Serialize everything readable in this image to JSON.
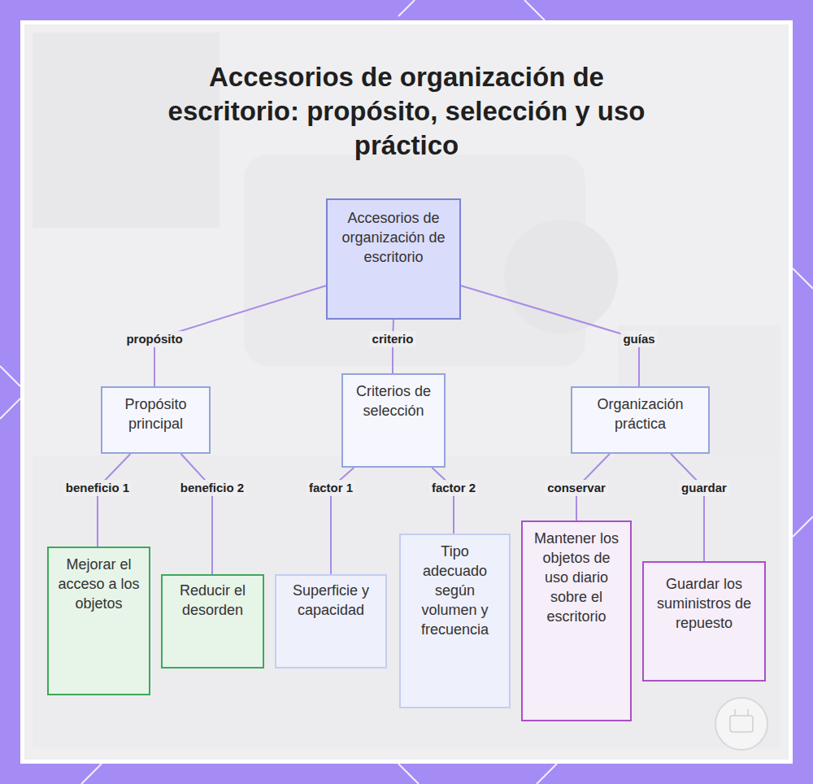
{
  "diagram": {
    "title": "Accesorios de organización de escritorio: propósito, selección y uso práctico",
    "nodes": [
      {
        "text": [
          "Accesorios de organización de escritorio"
        ]
      },
      {
        "text": [
          "Propósito principal"
        ]
      },
      {
        "text": [
          "Criterios de selección"
        ]
      },
      {
        "text": [
          "Organización práctica"
        ]
      },
      {
        "text": [
          "Mejorar el acceso a los objetos"
        ]
      },
      {
        "text": [
          "Reducir el desorden"
        ]
      },
      {
        "text": [
          "Superficie y capacidad"
        ]
      },
      {
        "text": [
          "Tipo adecuado según volumen y frecuencia"
        ]
      },
      {
        "text": [
          "Mantener los objetos de uso diario sobre el escritorio"
        ]
      },
      {
        "text": [
          "Guardar los suministros de repuesto"
        ]
      }
    ],
    "edges": [
      {
        "from": 0,
        "to": 1,
        "label": "propósito",
        "arrow": "none"
      },
      {
        "from": 0,
        "to": 2,
        "label": "criterio",
        "arrow": "none"
      },
      {
        "from": 0,
        "to": 3,
        "label": "guías",
        "arrow": "none"
      },
      {
        "from": 1,
        "to": 4,
        "label": "beneficio 1",
        "arrow": "none"
      },
      {
        "from": 1,
        "to": 5,
        "label": "beneficio 2",
        "arrow": "none"
      },
      {
        "from": 2,
        "to": 6,
        "label": "factor 1",
        "arrow": "none"
      },
      {
        "from": 2,
        "to": 7,
        "label": "factor 2",
        "arrow": "none"
      },
      {
        "from": 3,
        "to": 8,
        "label": "conservar",
        "arrow": "none"
      },
      {
        "from": 3,
        "to": 9,
        "label": "guardar",
        "arrow": "none"
      }
    ]
  }
}
